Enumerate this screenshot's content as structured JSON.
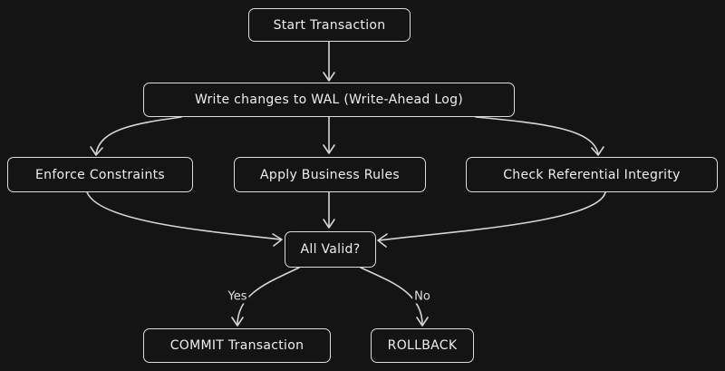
{
  "nodes": {
    "start": "Start Transaction",
    "wal": "Write changes to WAL (Write-Ahead Log)",
    "constraints": "Enforce Constraints",
    "rules": "Apply Business Rules",
    "integrity": "Check Referential Integrity",
    "valid": "All Valid?",
    "commit": "COMMIT Transaction",
    "rollback": "ROLLBACK"
  },
  "edges": {
    "yes_label": "Yes",
    "no_label": "No"
  },
  "colors": {
    "background": "#141414",
    "stroke": "#d6d6d6",
    "text": "#eeeeee"
  }
}
